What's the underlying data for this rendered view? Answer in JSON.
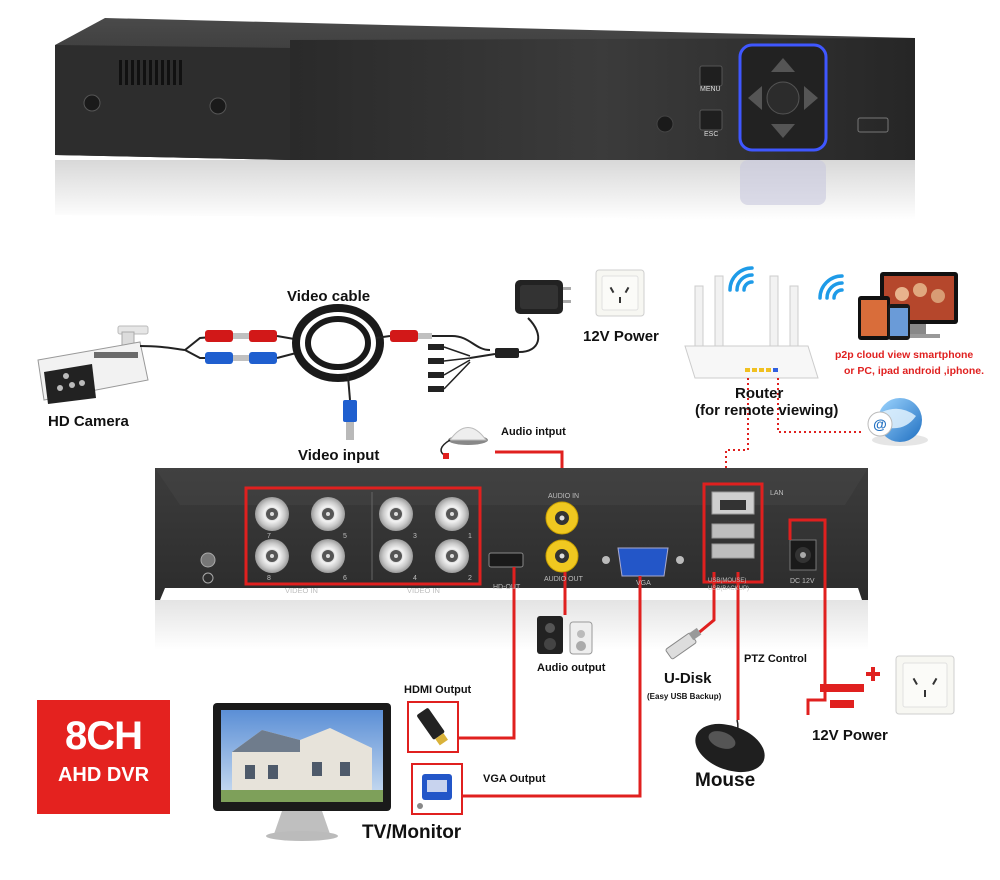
{
  "dvr_front": {
    "menu_label": "MENU",
    "esc_label": "ESC"
  },
  "connections": {
    "video_cable": "Video cable",
    "power_top": "12V Power",
    "hd_camera": "HD Camera",
    "video_input": "Video input",
    "router": "Router",
    "router_sub": "(for remote viewing)",
    "p2p_line1": "p2p cloud  view smartphone",
    "p2p_line2": "or PC, ipad android ,iphone.",
    "audio_input": "Audio intput",
    "audio_output": "Audio output",
    "hdmi_output": "HDMI Output",
    "vga_output": "VGA Output",
    "udisk": "U-Disk",
    "udisk_sub": "(Easy USB Backup)",
    "ptz_control": "PTZ Control",
    "power_bottom": "12V Power",
    "mouse": "Mouse",
    "tv_monitor": "TV/Monitor"
  },
  "rear_panel": {
    "video_in_left": "VIDEO IN",
    "video_in_right": "VIDEO IN",
    "audio_in": "AUDIO IN",
    "audio_out": "AUDIO OUT",
    "hd_out": "HD-OUT",
    "vga": "VGA",
    "lan": "LAN",
    "usb_mouse": "USB(MOUSE)",
    "usb_backup": "USB(BACKUP)",
    "dc": "DC 12V",
    "bnc_numbers": [
      "7",
      "5",
      "8",
      "6",
      "3",
      "1",
      "4",
      "2"
    ]
  },
  "badge": {
    "line1": "8CH",
    "line2": "AHD DVR"
  },
  "colors": {
    "accent_red": "#e0201f",
    "badge_red": "#e4221f",
    "wifi_blue": "#1e9be8",
    "panel_gray": "#3a3a3a"
  }
}
